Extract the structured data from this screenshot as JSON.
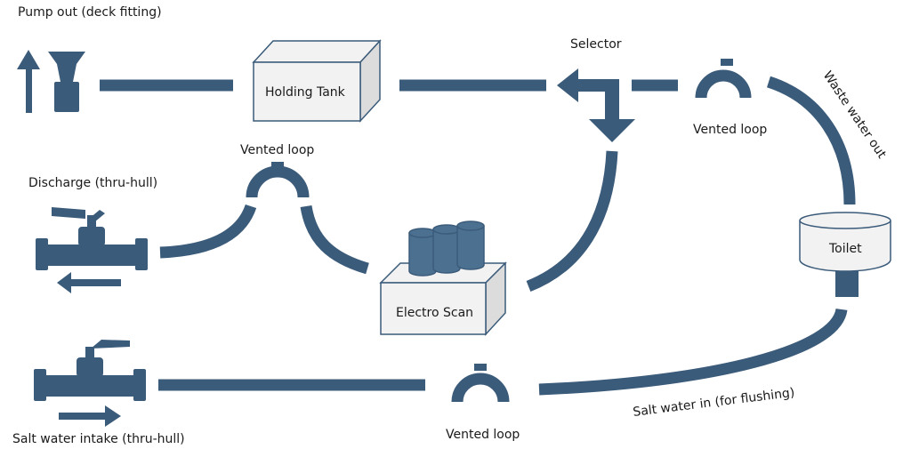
{
  "labels": {
    "pump_out": "Pump out (deck fitting)",
    "holding_tank": "Holding Tank",
    "selector": "Selector",
    "vented_loop_top": "Vented loop",
    "waste_water_out": "Waste water out",
    "vented_loop_mid": "Vented loop",
    "discharge": "Discharge (thru-hull)",
    "toilet": "Toilet",
    "electro_scan": "Electro Scan",
    "salt_water_in": "Salt water in (for flushing)",
    "salt_water_intake": "Salt water intake (thru-hull)",
    "vented_loop_bottom": "Vented loop"
  },
  "colors": {
    "pipe": "#3b5b7a",
    "box_fill": "#f2f2f2",
    "box_side": "#dcdcdc",
    "box_stroke": "#3b5b7a",
    "text": "#1a1a1a"
  }
}
